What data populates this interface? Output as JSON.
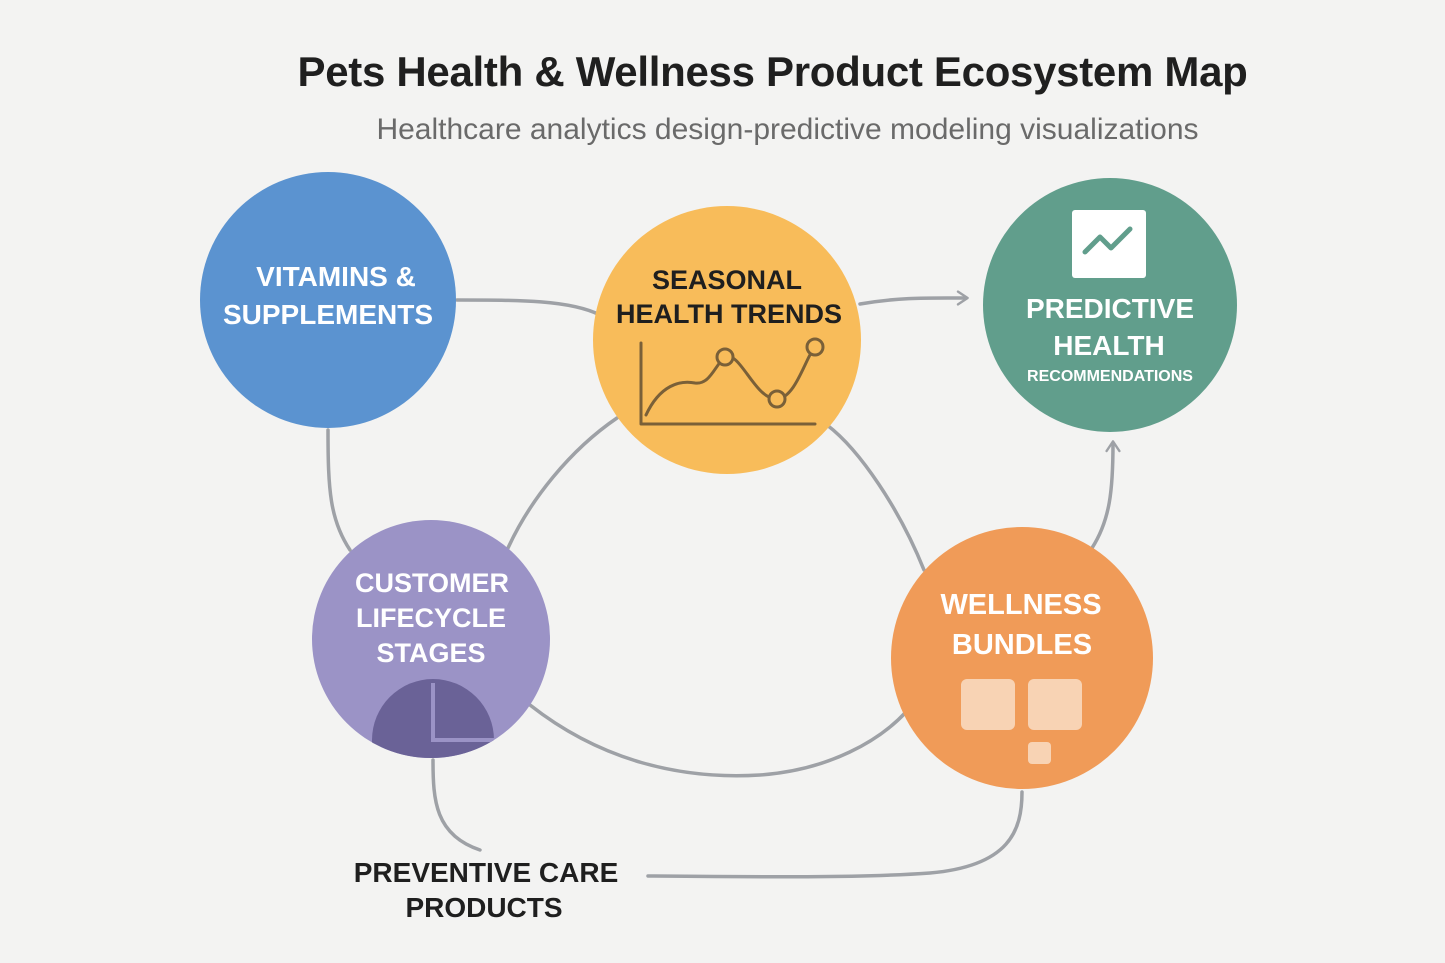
{
  "header": {
    "title": "Pets Health & Wellness Product Ecosystem Map",
    "subtitle": "Healthcare analytics design-predictive modeling visualizations"
  },
  "nodes": {
    "vitamins": {
      "line1": "VITAMINS &",
      "line2": "SUPPLEMENTS",
      "color": "#5b93d0"
    },
    "seasonal": {
      "line1": "SEASONAL",
      "line2": "HEALTH TRENDS",
      "color": "#f8bc5a"
    },
    "predictive": {
      "line1": "PREDICTIVE",
      "line2": "HEALTH",
      "line3": "RECOMMENDATIONS",
      "color": "#619e8c"
    },
    "lifecycle": {
      "line1": "CUSTOMER",
      "line2": "LIFECYCLE",
      "line3": "STAGES",
      "color": "#9b93c6"
    },
    "bundles": {
      "line1": "WELLNESS",
      "line2": "BUNDLES",
      "color": "#f09b58"
    }
  },
  "preventive": {
    "line1": "PREVENTIVE CARE",
    "line2": "PRODUCTS"
  },
  "icons": [
    "line-chart-icon",
    "trend-up-icon",
    "pie-chart-icon",
    "bundle-boxes-icon"
  ],
  "colors": {
    "connector": "#9ea1a6",
    "background": "#f3f3f2"
  }
}
